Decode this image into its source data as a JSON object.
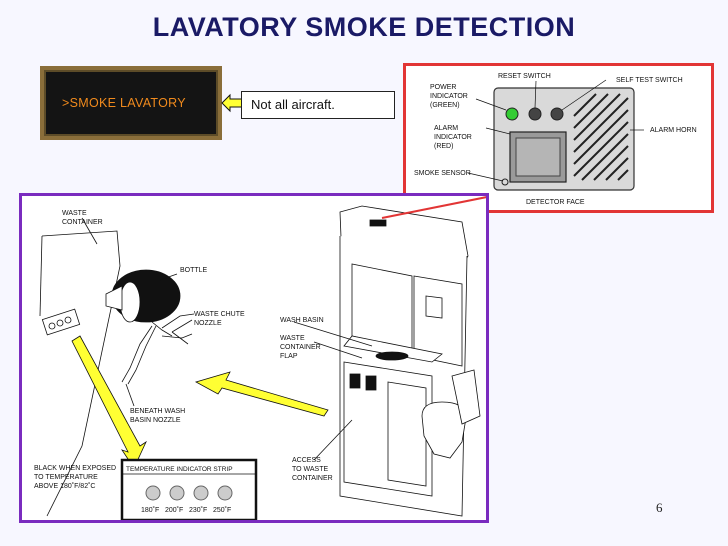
{
  "title": "LAVATORY SMOKE DETECTION",
  "ecam_message": ">SMOKE LAVATORY",
  "note": "Not all aircraft.",
  "detector": {
    "reset_switch": "RESET SWITCH",
    "self_test_switch": "SELF TEST SWITCH",
    "power_indicator": [
      "POWER",
      "INDICATOR",
      "(GREEN)"
    ],
    "alarm_indicator": [
      "ALARM",
      "INDICATOR",
      "(RED)"
    ],
    "alarm_horn": "ALARM HORN",
    "smoke_sensor": "SMOKE SENSOR",
    "caption": "DETECTOR FACE"
  },
  "lavatory": {
    "waste_container": [
      "WASTE",
      "CONTAINER"
    ],
    "bottle": "BOTTLE",
    "waste_chute_nozzle": [
      "WASTE CHUTE",
      "NOZZLE"
    ],
    "beneath_wash_basin_nozzle": [
      "BENEATH WASH",
      "BASIN NOZZLE"
    ],
    "black_when_exposed": [
      "BLACK WHEN EXPOSED",
      "TO TEMPERATURE",
      "ABOVE 180˚F/82˚C"
    ],
    "wash_basin": "WASH BASIN",
    "waste_container_flap": [
      "WASTE",
      "CONTAINER",
      "FLAP"
    ],
    "access_to_waste_container": [
      "ACCESS",
      "TO WASTE",
      "CONTAINER"
    ],
    "temp_strip_title": "TEMPERATURE INDICATOR STRIP",
    "temp_values": [
      "180˚F",
      "200˚F",
      "230˚F",
      "250˚F"
    ]
  },
  "page_number": "6",
  "colors": {
    "title": "#1a1a66",
    "ecam_text": "#f08a1d",
    "detector_border": "#e23535",
    "main_border": "#7a2bbf",
    "arrow_yellow": "#ffff33",
    "power_led": "#33cc33"
  }
}
